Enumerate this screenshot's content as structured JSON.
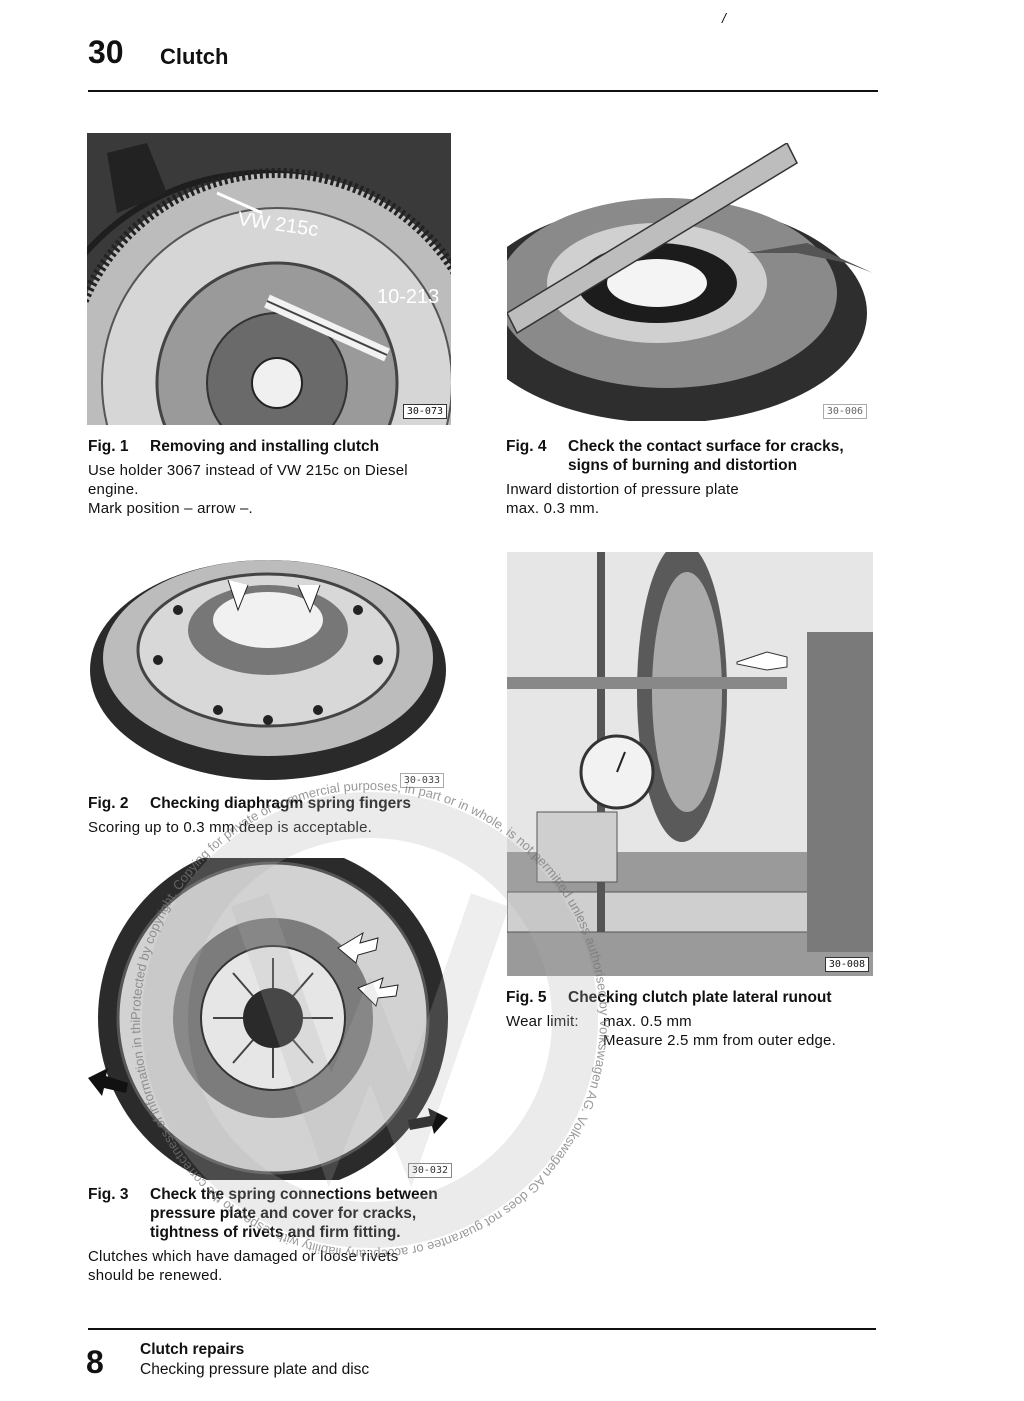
{
  "header": {
    "chapter_number": "30",
    "chapter_title": "Clutch",
    "stray_mark": "/"
  },
  "figures": [
    {
      "label": "Fig. 1",
      "title": "Removing and installing clutch",
      "body": [
        "Use holder 3067 instead of VW 215c on Diesel",
        "engine.",
        "Mark position – arrow –."
      ],
      "image_code": "30-073",
      "image_labels": [
        "VW 215c",
        "10-213"
      ]
    },
    {
      "label": "Fig. 4",
      "title": "Check the contact surface for cracks, signs of burning and distortion",
      "title_lines": [
        "Check the contact surface for cracks,",
        "signs of burning and distortion"
      ],
      "body": [
        "Inward distortion of pressure plate",
        "max. 0.3 mm."
      ],
      "image_code": "30-006"
    },
    {
      "label": "Fig. 2",
      "title": "Checking diaphragm spring fingers",
      "body": [
        "Scoring up to 0.3 mm deep is acceptable."
      ],
      "image_code": "30-033"
    },
    {
      "label": "Fig. 5",
      "title": "Checking clutch plate lateral runout",
      "body_label": "Wear limit:",
      "body": [
        "max. 0.5 mm",
        "Measure 2.5 mm from outer edge."
      ],
      "image_code": "30-008"
    },
    {
      "label": "Fig. 3",
      "title": "Check the spring connections between pressure plate and cover for cracks, tightness of rivets and firm fitting.",
      "title_lines": [
        "Check the spring connections between",
        "pressure plate and cover for cracks,",
        "tightness of rivets and firm fitting."
      ],
      "body": [
        "Clutches which have damaged or loose rivets",
        "should be renewed."
      ],
      "image_code": "30-032"
    }
  ],
  "footer": {
    "page_number": "8",
    "section_title": "Clutch repairs",
    "section_subtitle": "Checking pressure plate and disc"
  },
  "watermark": {
    "text": "Protected by copyright. Copying for private or commercial purposes, in part or in whole, is not permitted unless authorised by Volkswagen AG. Volkswagen AG does not guarantee or accept any liability with respect to the correctness of information in this document. Copyright by Volkswagen AG."
  }
}
